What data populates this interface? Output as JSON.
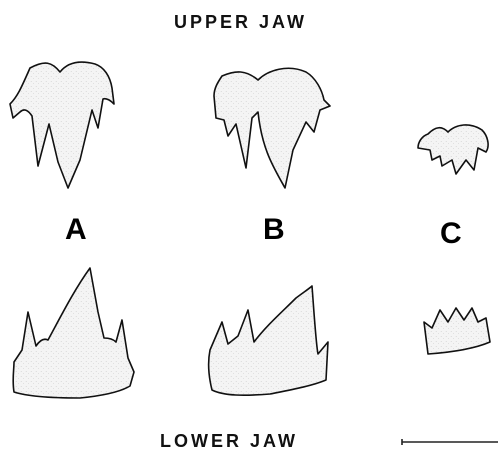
{
  "labels": {
    "upper_jaw": "UPPER JAW",
    "lower_jaw": "LOWER JAW"
  },
  "specimens": [
    {
      "letter": "A"
    },
    {
      "letter": "B"
    },
    {
      "letter": "C"
    }
  ],
  "colors": {
    "outline": "#111111",
    "fill": "#f4f4f4",
    "stipple": "#c8c8c8"
  }
}
